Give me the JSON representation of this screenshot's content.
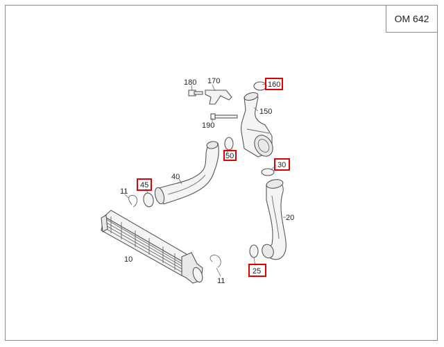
{
  "engine_code": "OM 642",
  "highlight_color": "#e00000",
  "parts": {
    "p10": {
      "number": "10",
      "name": "intercooler",
      "highlighted": false
    },
    "p11a": {
      "number": "11",
      "name": "clamp-left",
      "highlighted": false
    },
    "p11b": {
      "number": "11",
      "name": "clamp-right",
      "highlighted": false
    },
    "p20": {
      "number": "20",
      "name": "charge-air-hose-right",
      "highlighted": false
    },
    "p25": {
      "number": "25",
      "name": "seal-ring",
      "highlighted": true
    },
    "p30": {
      "number": "30",
      "name": "seal-ring",
      "highlighted": true
    },
    "p40": {
      "number": "40",
      "name": "charge-air-hose-left",
      "highlighted": false
    },
    "p45": {
      "number": "45",
      "name": "seal-ring",
      "highlighted": true
    },
    "p50": {
      "number": "50",
      "name": "seal-ring",
      "highlighted": true
    },
    "p150": {
      "number": "150",
      "name": "throttle-housing-pipe",
      "highlighted": false
    },
    "p160": {
      "number": "160",
      "name": "seal-ring",
      "highlighted": true
    },
    "p170": {
      "number": "170",
      "name": "bracket",
      "highlighted": false
    },
    "p180": {
      "number": "180",
      "name": "bolt",
      "highlighted": false
    },
    "p190": {
      "number": "190",
      "name": "screw",
      "highlighted": false
    }
  }
}
